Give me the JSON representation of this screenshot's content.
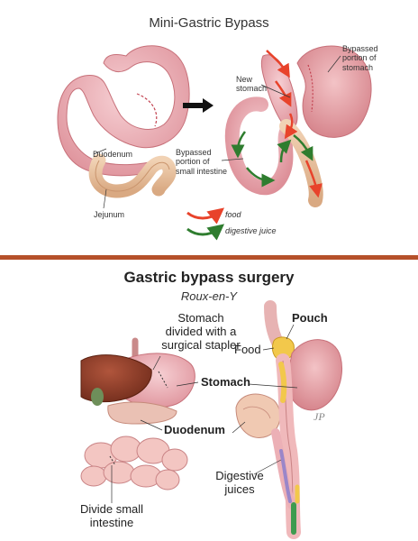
{
  "top_panel": {
    "title": "Mini-Gastric Bypass",
    "labels": {
      "duodenum": "Duodenum",
      "jejunum": "Jejunum",
      "new_stomach": [
        "New",
        "stomach"
      ],
      "bypassed_stomach": [
        "Bypassed",
        "portion of",
        "stomach"
      ],
      "bypassed_intestine": [
        "Bypassed",
        "portion of",
        "small intestine"
      ]
    },
    "legend": [
      {
        "label": "food",
        "color": "#e8432b"
      },
      {
        "label": "digestive juice",
        "color": "#2f7d2f"
      }
    ]
  },
  "divider_color": "#b5502a",
  "bottom_panel": {
    "title": "Gastric bypass surgery",
    "subtitle": "Roux-en-Y",
    "labels": {
      "stomach_divided": [
        "Stomach",
        "divided with a",
        "surgical stapler"
      ],
      "stomach": "Stomach",
      "duodenum": "Duodenum",
      "divide_small_intestine": [
        "Divide small",
        "intestine"
      ],
      "pouch": "Pouch",
      "food": "Food",
      "digestive_juices": [
        "Digestive",
        "juices"
      ],
      "artist_signature": "JP"
    }
  }
}
